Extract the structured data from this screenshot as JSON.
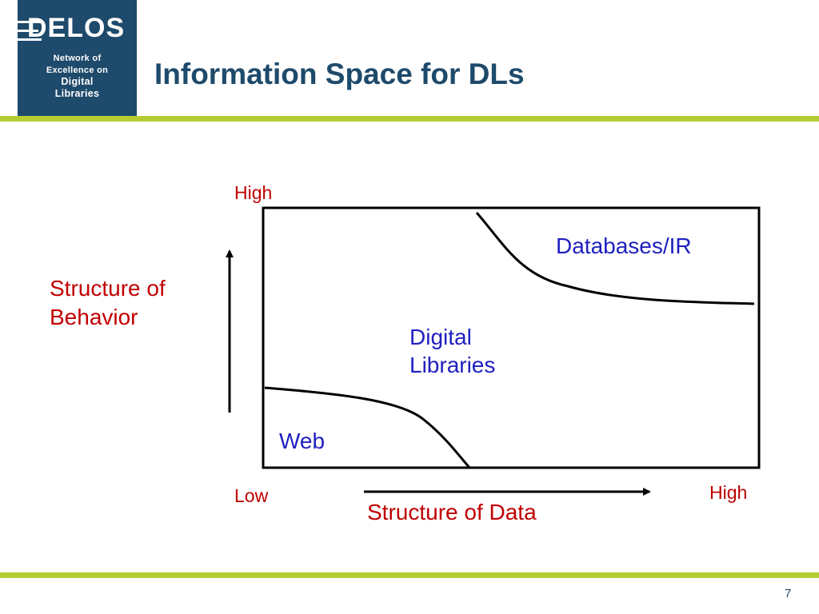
{
  "header": {
    "logo_word": "DELOS",
    "logo_subtitle_lines": [
      "Network of",
      "Excellence on",
      "Digital",
      "Libraries"
    ],
    "title": "Information Space for DLs"
  },
  "diagram": {
    "y_axis": {
      "title": "Structure of Behavior",
      "high_label": "High"
    },
    "x_axis": {
      "title": "Structure of Data",
      "low_label": "Low",
      "high_label": "High"
    },
    "regions": {
      "databases_ir": "Databases/IR",
      "digital_libraries": "Digital Libraries",
      "web": "Web"
    },
    "colors": {
      "axis_labels": "#c00000",
      "region_labels": "#2020c0",
      "lines": "#000000"
    }
  },
  "footer": {
    "page_number": "7"
  },
  "theme": {
    "brand_blue": "#1e4a6b",
    "accent_green": "#b5cc33"
  }
}
